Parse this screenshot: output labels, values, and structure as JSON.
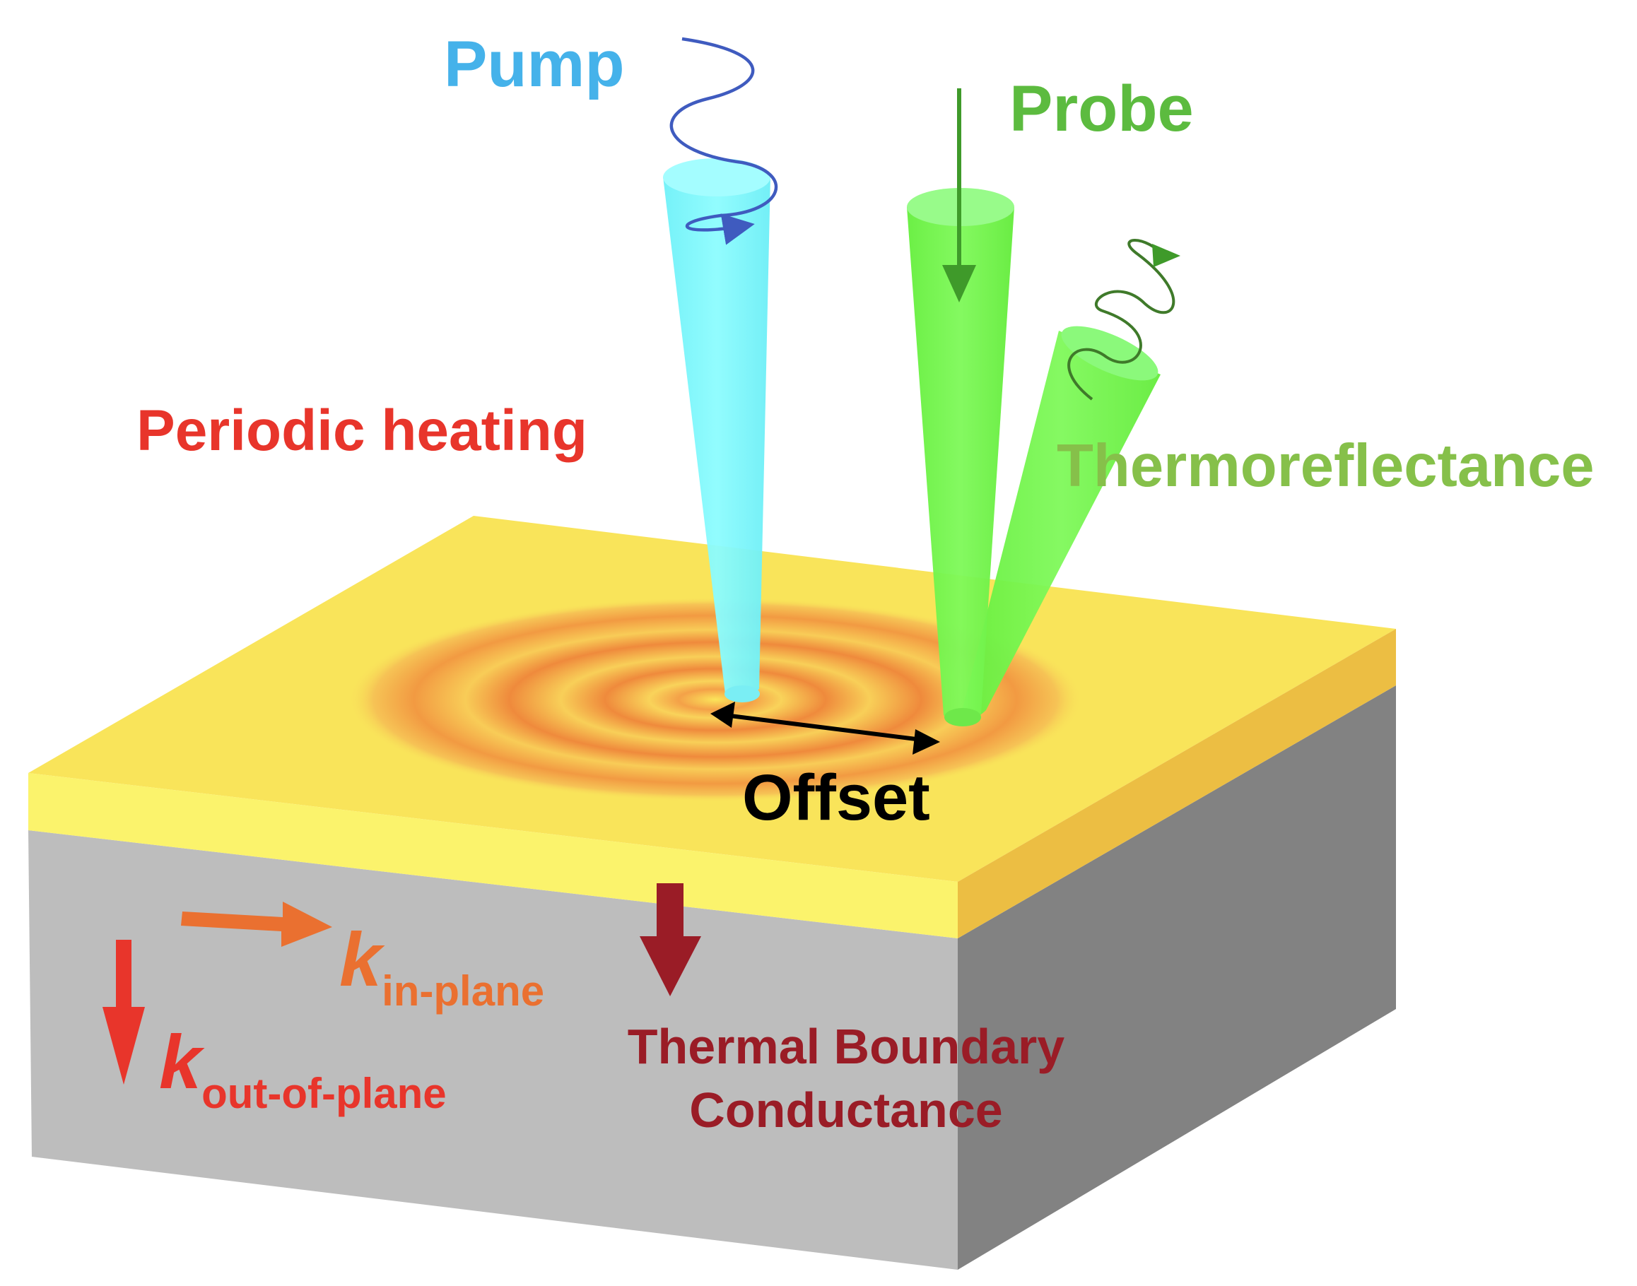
{
  "labels": {
    "pump": "Pump",
    "probe": "Probe",
    "thermoreflectance": "Thermoreflectance",
    "periodic_heating": "Periodic heating",
    "offset": "Offset",
    "k_symbol": "k",
    "in_plane_sub": "in-plane",
    "out_of_plane_sub": "out-of-plane",
    "tbc_line1": "Thermal Boundary",
    "tbc_line2": "Conductance"
  },
  "colors": {
    "pump": "#45b2ea",
    "pump_beam": "#7df7fb",
    "probe": "#5cbb3f",
    "probe_beam": "#74f54f",
    "thermoreflectance": "#86c04a",
    "periodic_heating": "#e8352b",
    "in_plane": "#ea7030",
    "out_of_plane": "#e8352b",
    "tbc": "#9a1c26",
    "film_top": "#f9e45a",
    "film_front": "#fbf36c",
    "film_side": "#ecbe43",
    "substrate_front": "#bdbdbd",
    "substrate_side": "#828282",
    "wave_arrow": "#3f5bbf",
    "offset_arrow": "#000000"
  }
}
